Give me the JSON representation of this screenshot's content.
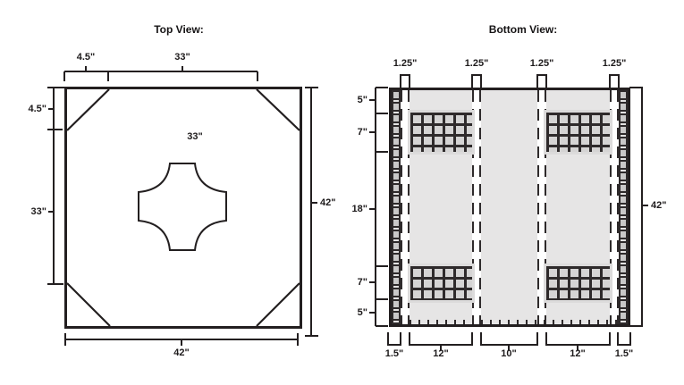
{
  "top_view": {
    "title": "Top View:",
    "top_dims": {
      "corner": "4.5\"",
      "span": "33\""
    },
    "left_dims": {
      "corner": "4.5\"",
      "span": "33\""
    },
    "center_dim": "33\"",
    "right_dim": "42\"",
    "bottom_dim": "42\""
  },
  "bottom_view": {
    "title": "Bottom View:",
    "slot_dims": [
      "1.25\"",
      "1.25\"",
      "1.25\"",
      "1.25\""
    ],
    "left_dims": [
      "5\"",
      "7\"",
      "18\"",
      "7\"",
      "5\""
    ],
    "right_dim": "42\"",
    "bottom_dims": [
      "1.5\"",
      "12\"",
      "10\"",
      "12\"",
      "1.5\""
    ]
  },
  "colors": {
    "line": "#231f20",
    "panel_fill": "#e6e5e5",
    "grid_fill": "#d5d4d4",
    "grid_line": "#2e2a2b",
    "slot_fill": "#ffffff"
  }
}
